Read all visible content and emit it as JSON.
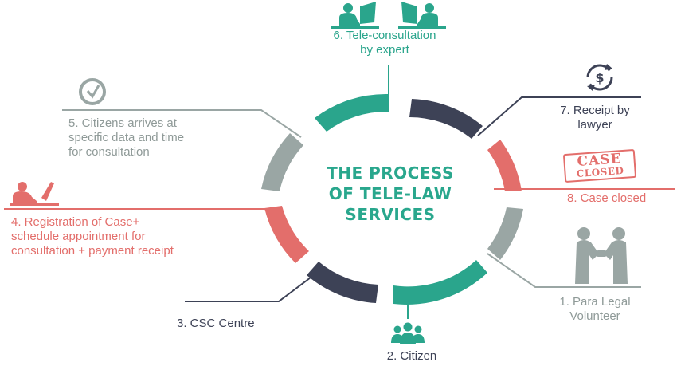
{
  "title": "THE PROCESS\nOF TELE-LAW\nSERVICES",
  "steps": {
    "s1": "1.  Para Legal\nVolunteer",
    "s2": "2. Citizen",
    "s3": "3. CSC Centre",
    "s4": "4. Registration of Case+\nschedule appointment for\nconsultation + payment receipt",
    "s5": "5. Citizens arrives at\nspecific data and time\nfor consultation",
    "s6": "6.  Tele-consultation\nby expert",
    "s7": "7.  Receipt by\nlawyer",
    "s8": "8.  Case closed"
  },
  "stamp": {
    "line1": "CASE",
    "line2": "CLOSED"
  },
  "icons": {
    "s1": "handshake-icon",
    "s2": "group-icon",
    "s3": "none",
    "s4": "person-at-desk-icon",
    "s5": "clock-icon",
    "s6": "video-consultation-icon",
    "s7": "dollar-cycle-icon",
    "s8": "case-closed-stamp"
  },
  "colors": {
    "teal": "#2aa58c",
    "navy": "#3d4256",
    "salmon": "#e36e6b",
    "gray": "#9aa6a4",
    "text_gray": "#8f9a98",
    "title_teal": "#29a78d"
  }
}
